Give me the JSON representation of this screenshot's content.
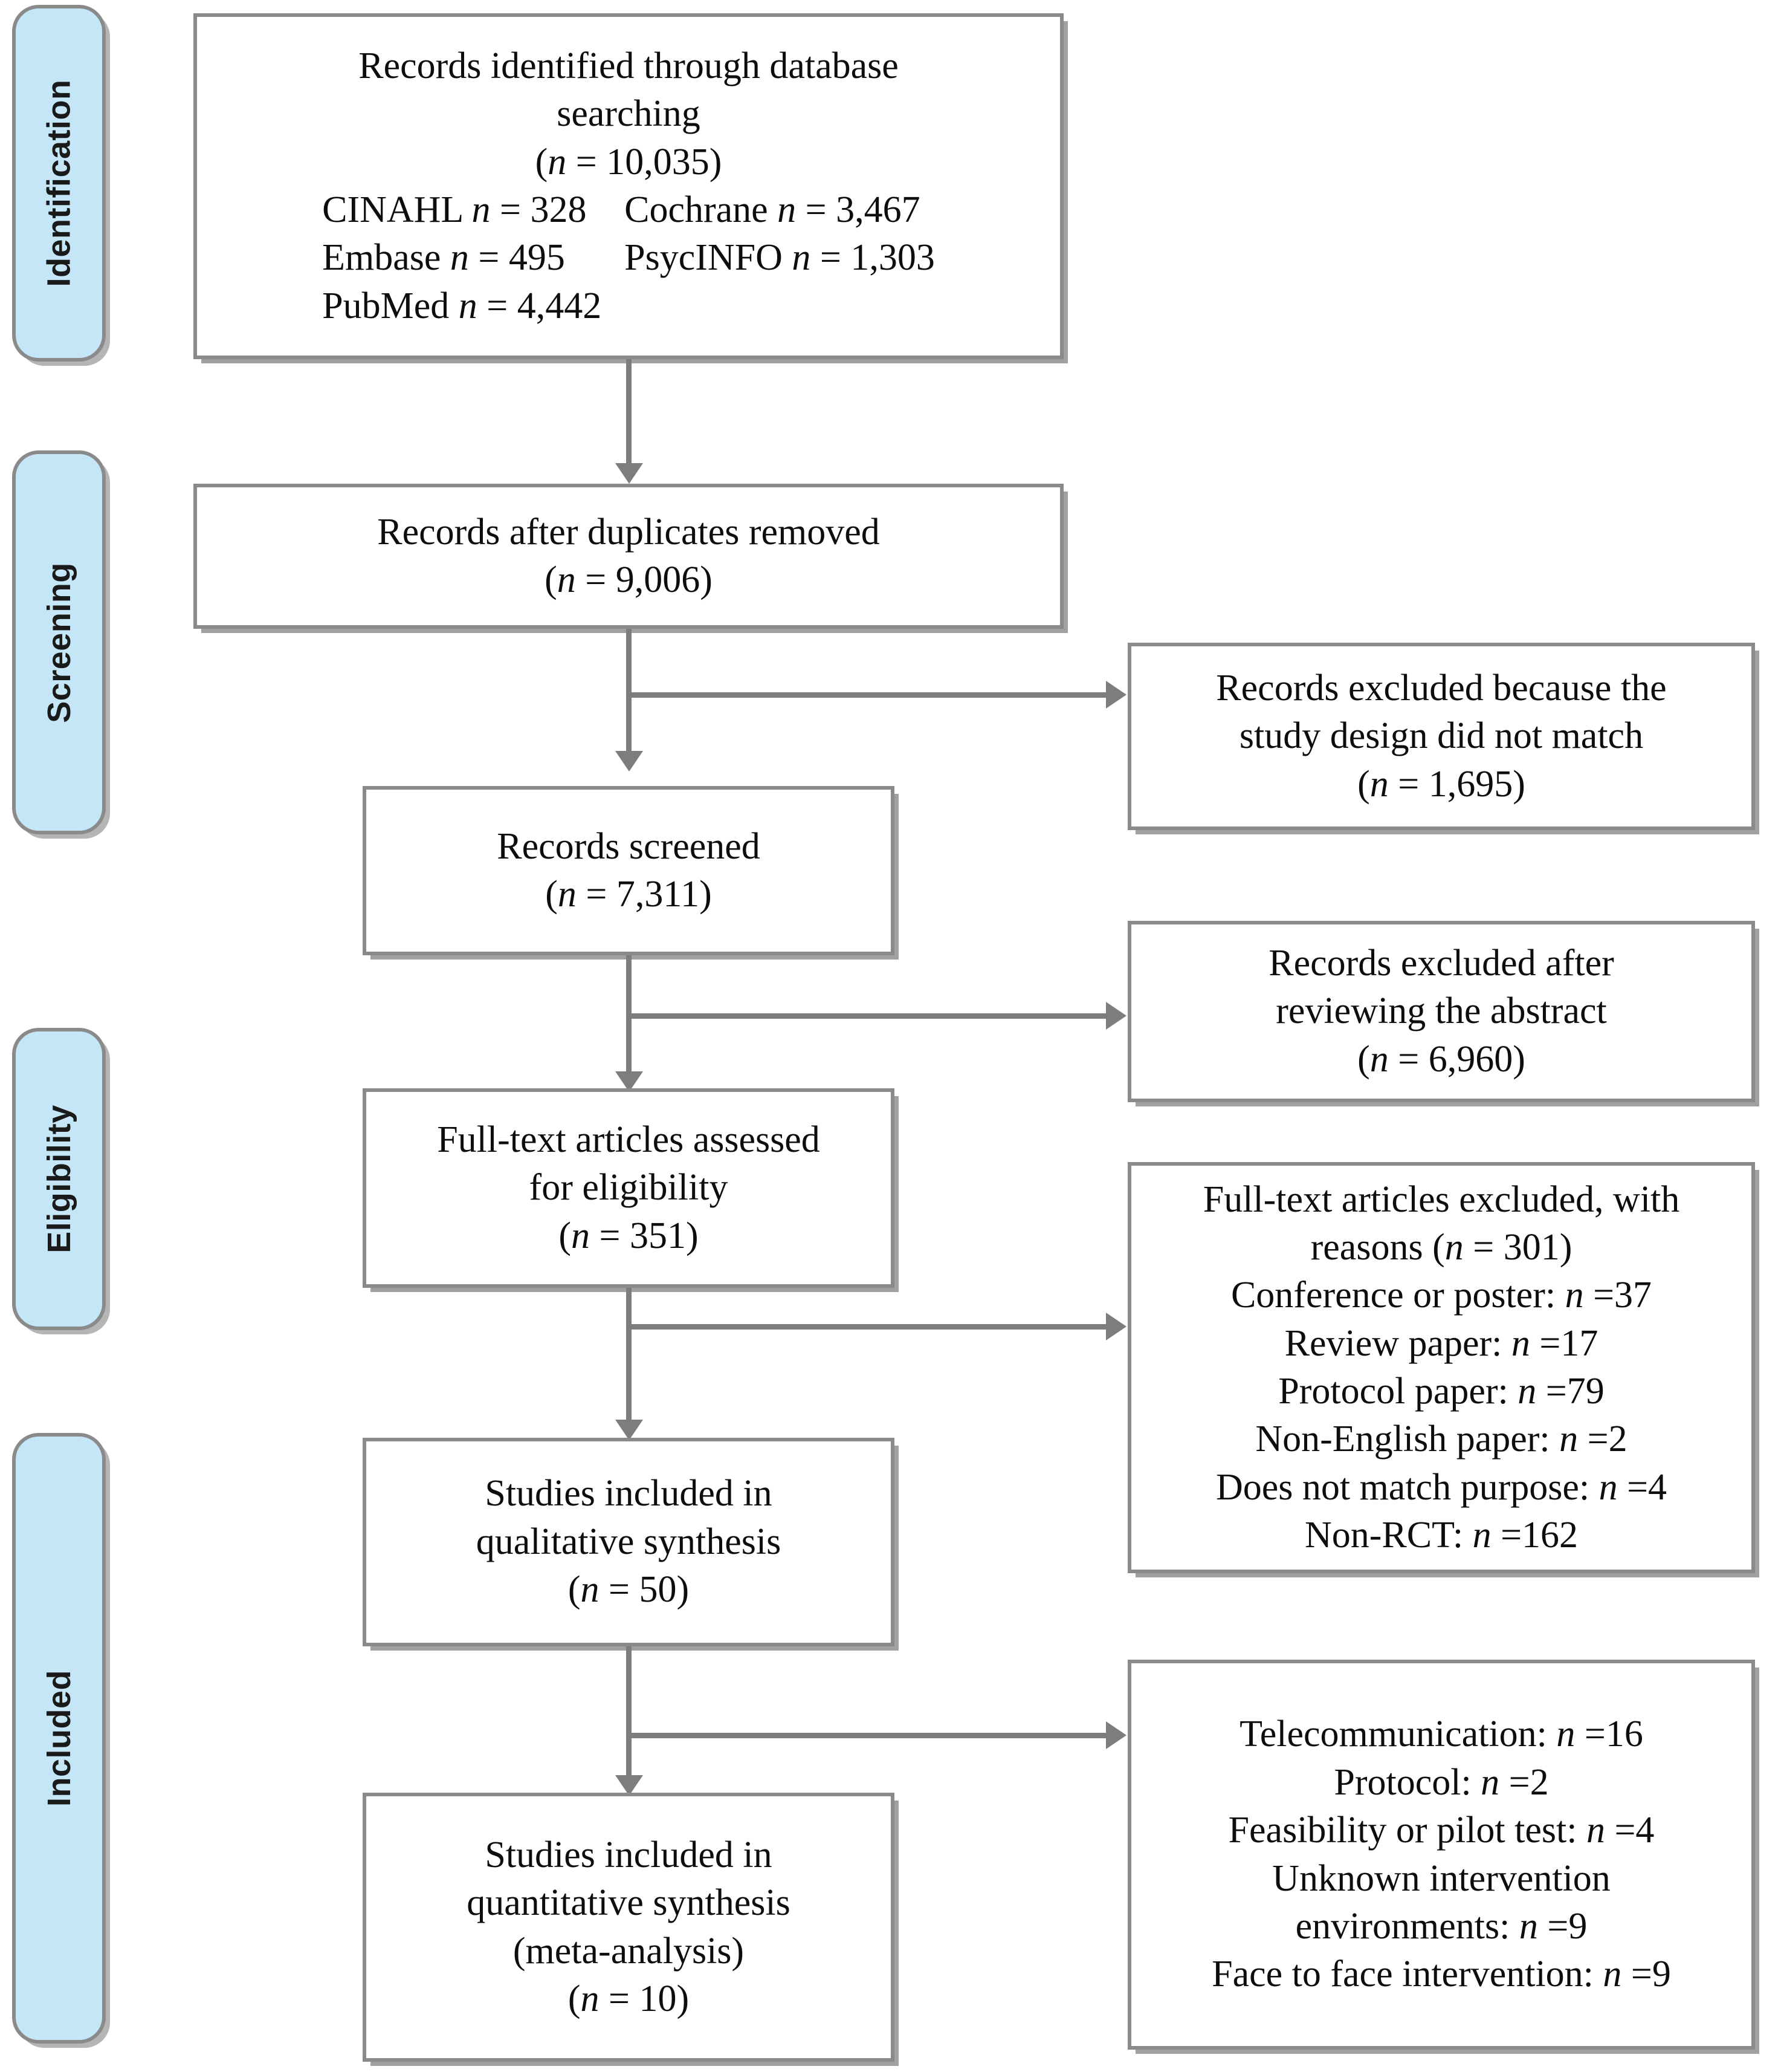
{
  "diagram": {
    "title": "PRISMA flow diagram",
    "colors": {
      "stage_pill_fill": "#c5e6f7",
      "box_border": "#8a8a8a",
      "connector": "#7d7d7d",
      "box_fill": "#ffffff",
      "text": "#0d0d0d"
    }
  },
  "stages": [
    {
      "id": "identification",
      "label": "Identification"
    },
    {
      "id": "screening",
      "label": "Screening"
    },
    {
      "id": "eligibility",
      "label": "Eligibility"
    },
    {
      "id": "included",
      "label": "Included"
    }
  ],
  "boxes": {
    "identified": {
      "title_line1": "Records identified through database",
      "title_line2": "searching",
      "count": "(n = 10,035)",
      "databases": [
        {
          "left": "CINAHL n = 328",
          "right": "Cochrane n = 3,467"
        },
        {
          "left": "Embase n = 495",
          "right": "PsycINFO n = 1,303"
        },
        {
          "left": "PubMed n = 4,442",
          "right": ""
        }
      ]
    },
    "duplicates_removed": {
      "line1": "Records after duplicates removed",
      "count": "(n = 9,006)"
    },
    "excluded_design": {
      "line1": "Records excluded because the",
      "line2": "study design did not match",
      "count": "(n = 1,695)"
    },
    "screened": {
      "line1": "Records screened",
      "count": "(n = 7,311)"
    },
    "excluded_abstract": {
      "line1": "Records excluded after",
      "line2": "reviewing the abstract",
      "count": "(n = 6,960)"
    },
    "fulltext_assessed": {
      "line1": "Full-text articles assessed",
      "line2": "for eligibility",
      "count": "(n = 351)"
    },
    "fulltext_excluded": {
      "line1": "Full-text articles excluded, with",
      "line2": "reasons (n = 301)",
      "reasons": [
        "Conference or poster: n =37",
        "Review paper: n =17",
        "Protocol paper: n =79",
        "Non-English paper: n =2",
        "Does not match purpose: n =4",
        "Non-RCT: n =162"
      ]
    },
    "qualitative": {
      "line1": "Studies included in",
      "line2": "qualitative synthesis",
      "count": "(n = 50)"
    },
    "further_excluded": {
      "reasons": [
        "Telecommunication: n =16",
        "Protocol: n =2",
        "Feasibility or pilot test: n =4",
        "Unknown intervention",
        "environments: n =9",
        "Face to face intervention: n =9"
      ]
    },
    "quantitative": {
      "line1": "Studies included in",
      "line2": "quantitative synthesis",
      "line3": "(meta-analysis)",
      "count": "(n = 10)"
    }
  }
}
